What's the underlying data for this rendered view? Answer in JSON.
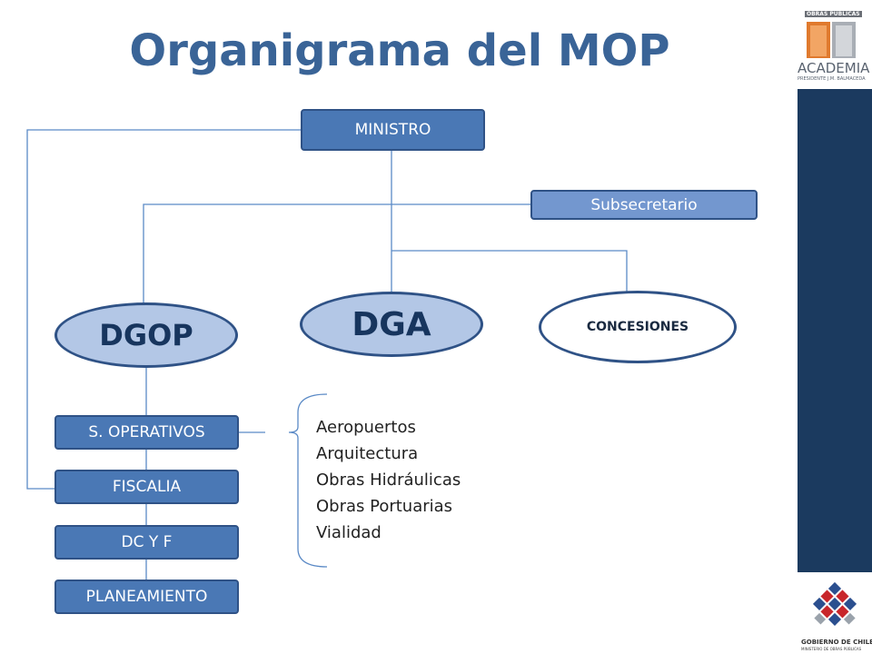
{
  "title": "Organigrama del MOP",
  "nodes": {
    "ministro": "MINISTRO",
    "subsecretario": "Subsecretario",
    "dgop": "DGOP",
    "dga": "DGA",
    "concesiones": "CONCESIONES",
    "s_operativos": "S. OPERATIVOS",
    "fiscalia": "FISCALIA",
    "dcyf": "DC Y F",
    "planeamiento": "PLANEAMIENTO"
  },
  "servicios": [
    "Aeropuertos",
    "Arquitectura",
    "Obras Hidráulicas",
    "Obras Portuarias",
    "Vialidad"
  ],
  "logos": {
    "academia_small": "OBRAS PÚBLICAS",
    "academia_big": "ACADEMIA",
    "academia_sub": "PRESIDENTE J.M. BALMACEDA",
    "gobierno": "GOBIERNO DE CHILE",
    "ministerio": "MINISTERIO DE OBRAS PÚBLICAS"
  },
  "colors": {
    "title": "#3a6497",
    "box_dark": "#4a78b5",
    "box_light": "#7397cf",
    "ellipse_fill": "#b3c7e6",
    "line": "#5b8ac6",
    "sidebar": "#1b3a5f"
  }
}
